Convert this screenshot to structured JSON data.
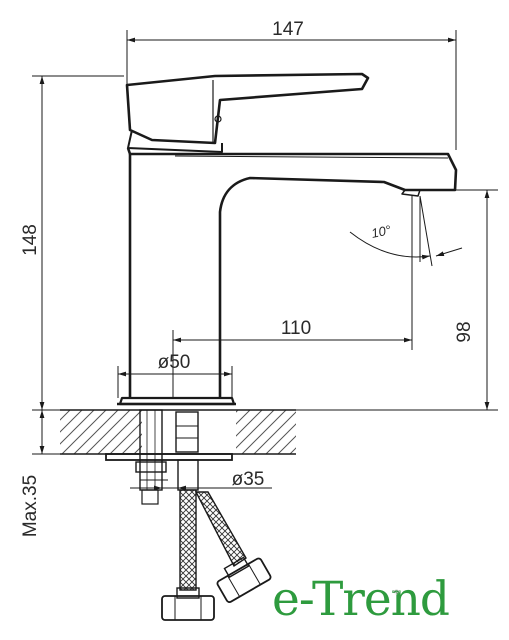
{
  "brand": {
    "name": "e-Trend",
    "color": "#2e9b3e"
  },
  "dimensions": {
    "total_width": "147",
    "total_height": "148",
    "spout_reach": "110",
    "spout_height": "98",
    "base_diameter": "ø50",
    "mount_diameter": "ø35",
    "max_thickness": "Max.35",
    "aerator_angle": "10°"
  },
  "colors": {
    "line": "#1a1a1a",
    "hatch": "#555555"
  }
}
